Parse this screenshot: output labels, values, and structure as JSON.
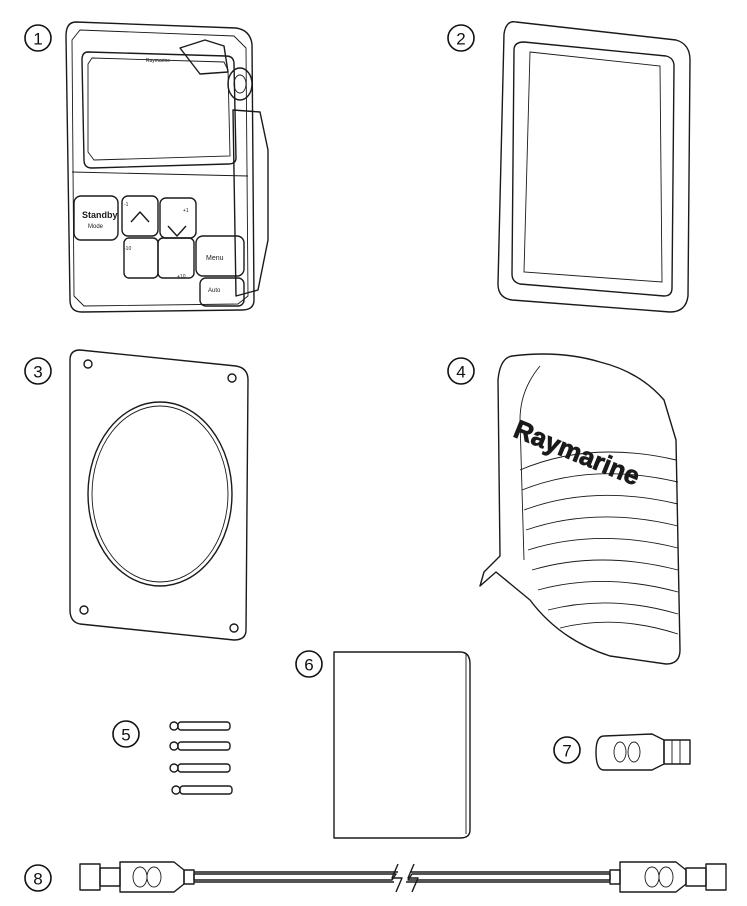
{
  "callouts": [
    {
      "label": "1"
    },
    {
      "label": "2"
    },
    {
      "label": "3"
    },
    {
      "label": "4"
    },
    {
      "label": "5"
    },
    {
      "label": "6"
    },
    {
      "label": "7"
    },
    {
      "label": "8"
    }
  ],
  "device": {
    "brand": "Raymarine",
    "keys": {
      "standby": "Standby",
      "mode": "Mode",
      "menu": "Menu",
      "auto": "Auto",
      "minus_one": "-1",
      "plus_one": "+1",
      "minus_ten": "-10",
      "plus_ten": "+10"
    }
  },
  "sun_cover": {
    "brand": "Raymarine"
  },
  "colors": {
    "line": "#1a1a1a",
    "cover_fill": "#cfcfcf",
    "plug_fill": "#8c8c8c",
    "cable_fill": "#6e6e6e"
  }
}
